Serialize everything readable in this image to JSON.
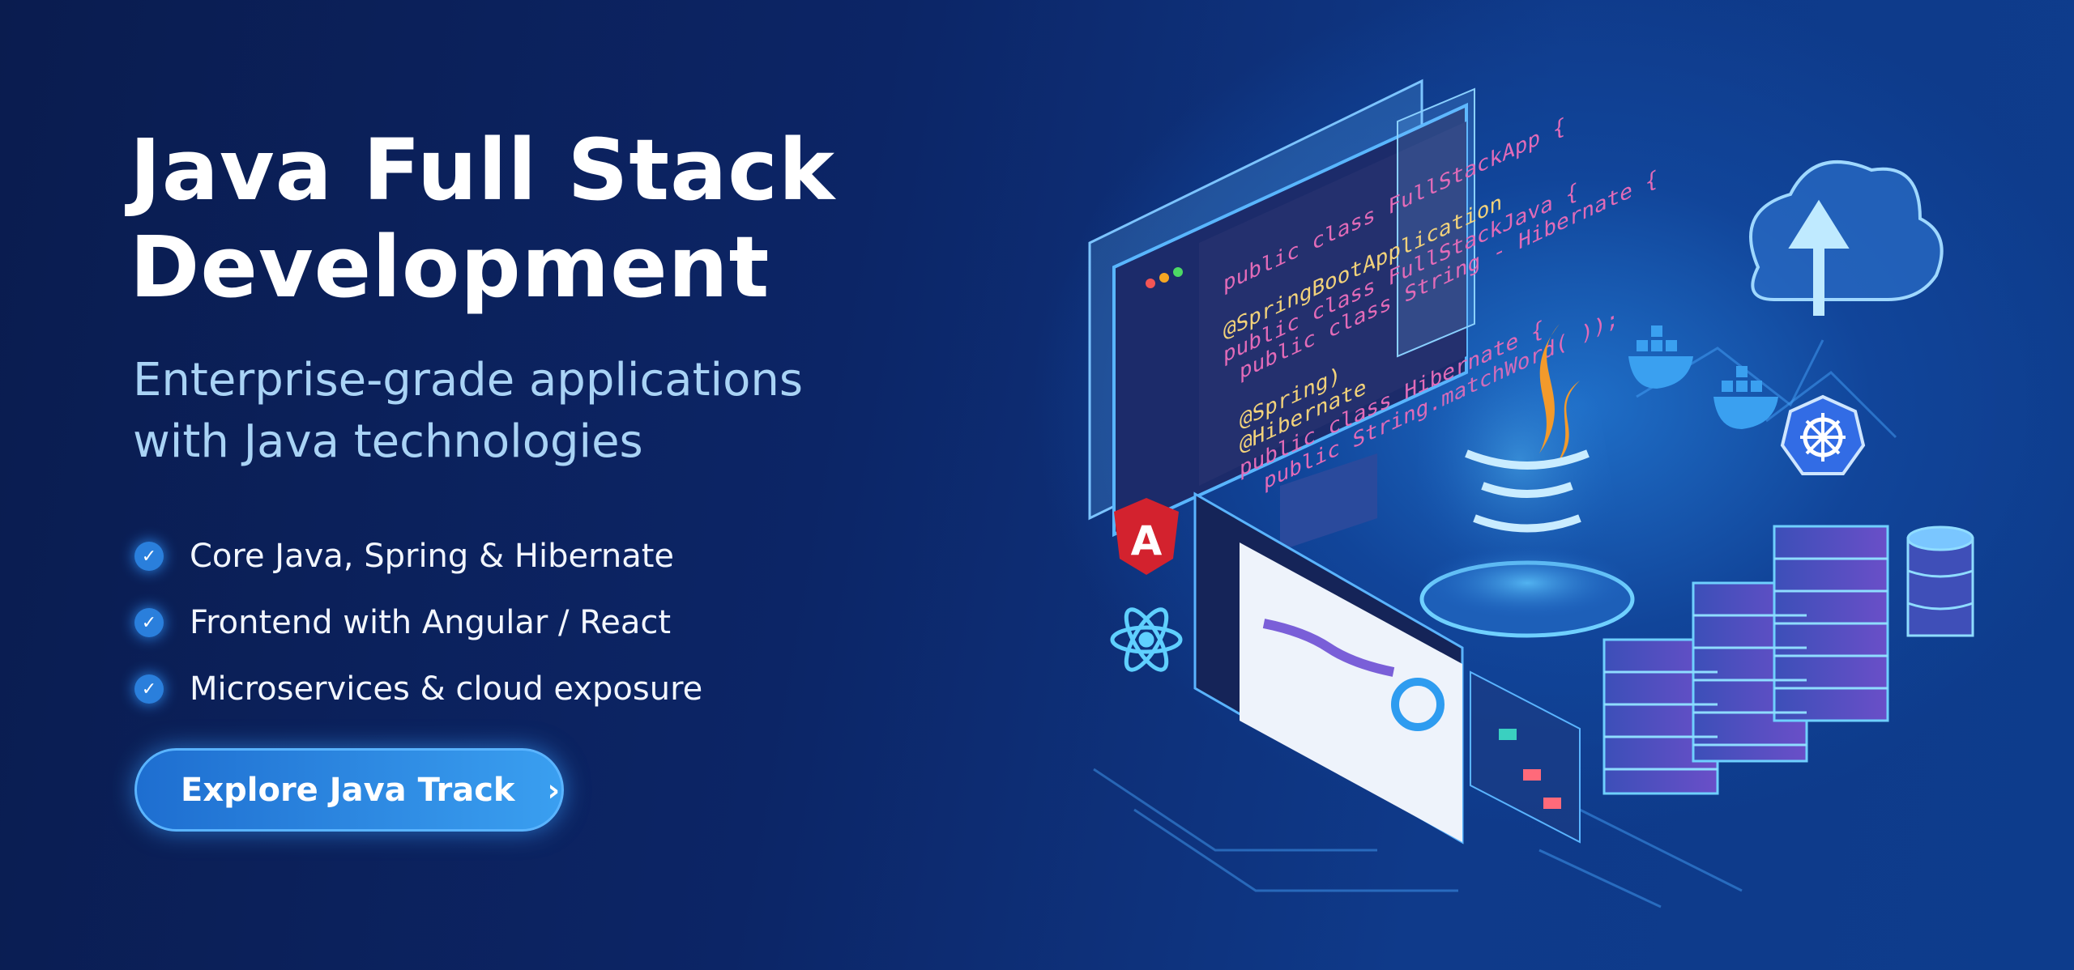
{
  "hero": {
    "title_line1": "Java Full Stack",
    "title_line2": "Development",
    "subtitle_line1": "Enterprise-grade applications",
    "subtitle_line2": "with Java technologies",
    "features": [
      {
        "icon": "check-circle-icon",
        "label": "Core Java, Spring & Hibernate"
      },
      {
        "icon": "check-circle-icon",
        "label": "Frontend with Angular / React"
      },
      {
        "icon": "check-circle-icon",
        "label": "Microservices & cloud exposure"
      }
    ],
    "cta": {
      "label": "Explore Java Track",
      "icon": "chevron-right-icon"
    }
  },
  "illustration": {
    "code_lines": [
      "public class FullStackApp {",
      "@SpringBootApplication",
      "public class FullStackJava {",
      "public class String - Hibernate {",
      "@Spring)",
      "@Hibernate",
      "public class Hibernate {",
      "public String.matchWord( ));",
      "}",
      "}"
    ],
    "icons": [
      "monitor",
      "java-logo",
      "angular-logo",
      "react-logo",
      "docker-logo",
      "kubernetes-logo",
      "cloud-upload",
      "server-stack",
      "database",
      "dashboard",
      "flowchart"
    ],
    "colors": {
      "accent": "#3a9ff0",
      "java_orange": "#f39a2b",
      "angular_red": "#d3222e"
    }
  }
}
